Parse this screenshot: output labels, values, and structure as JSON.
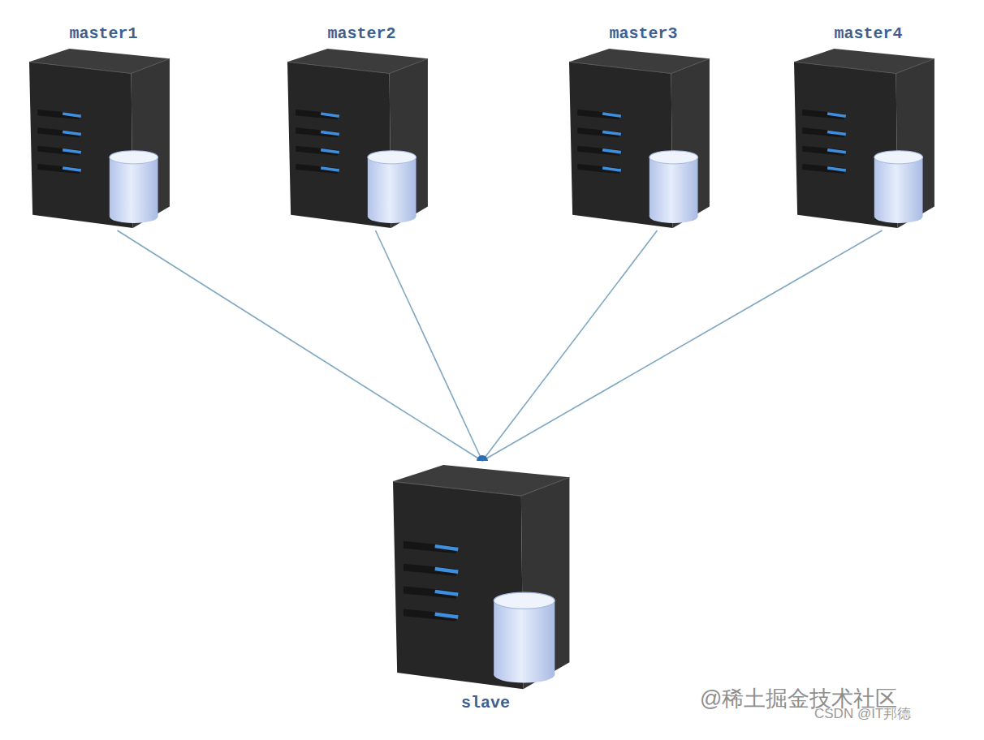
{
  "diagram": {
    "nodes": [
      {
        "text": [
          "master1"
        ]
      },
      {
        "text": [
          "master2"
        ]
      },
      {
        "text": [
          "master3"
        ]
      },
      {
        "text": [
          "master4"
        ]
      },
      {
        "text": [
          "slave"
        ]
      }
    ],
    "edges": [
      {
        "from": 0,
        "to": 4,
        "arrow": "none"
      },
      {
        "from": 1,
        "to": 4,
        "arrow": "none"
      },
      {
        "from": 2,
        "to": 4,
        "arrow": "none"
      },
      {
        "from": 3,
        "to": 4,
        "arrow": "none"
      }
    ],
    "labels": [
      "CSDN @IT邦德",
      "@稀土掘金技术社区"
    ]
  }
}
